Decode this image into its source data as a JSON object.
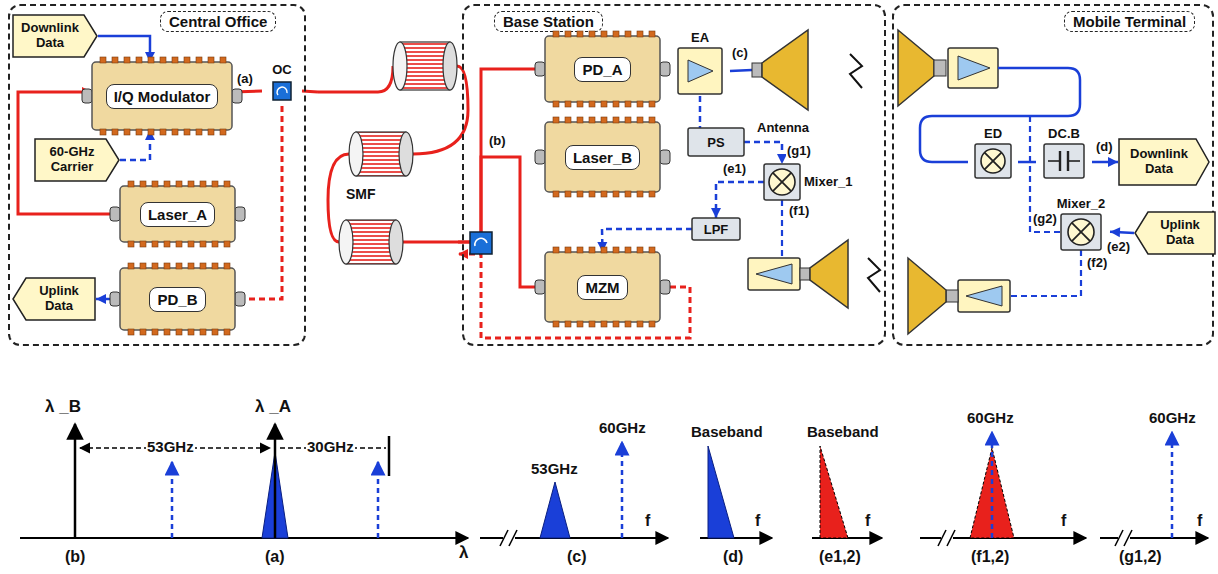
{
  "diagram": {
    "nodes": [
      {
        "text": [
          "Central Office"
        ]
      },
      {
        "text": [
          "Downlink Data"
        ],
        "in": 0
      },
      {
        "text": [
          "I/Q Modulator"
        ],
        "in": 0
      },
      {
        "text": [
          "60-GHz Carrier"
        ],
        "in": 0
      },
      {
        "text": [
          "Laser_A"
        ],
        "in": 0
      },
      {
        "text": [
          "PD_B"
        ],
        "in": 0
      },
      {
        "text": [
          "Uplink Data"
        ],
        "in": 0
      },
      {
        "text": [
          "OC"
        ],
        "in": 0
      },
      {
        "text": [
          "SMF"
        ]
      },
      {
        "text": [
          "Base Station"
        ]
      },
      {
        "text": [
          "PD_A"
        ],
        "in": 9
      },
      {
        "text": [
          "EA"
        ],
        "in": 9
      },
      {
        "text": [
          "Laser_B"
        ],
        "in": 9
      },
      {
        "text": [
          "PS"
        ],
        "in": 9
      },
      {
        "text": [
          "Mixer_1"
        ],
        "in": 9
      },
      {
        "text": [
          "LPF"
        ],
        "in": 9
      },
      {
        "text": [
          "MZM"
        ],
        "in": 9
      },
      {
        "text": [
          "Antenna"
        ],
        "in": 9
      },
      {
        "text": [
          "Mobile Terminal"
        ]
      },
      {
        "text": [
          "ED"
        ],
        "in": 18
      },
      {
        "text": [
          "DC.B"
        ],
        "in": 18
      },
      {
        "text": [
          "Downlink Data"
        ],
        "in": 18
      },
      {
        "text": [
          "Mixer_2"
        ],
        "in": 18
      },
      {
        "text": [
          "Uplink Data"
        ],
        "in": 18
      }
    ],
    "edges": [
      {
        "from": 1,
        "to": 2,
        "arrow": "to"
      },
      {
        "from": 3,
        "to": 2,
        "arrow": "to"
      },
      {
        "from": 4,
        "to": 2,
        "arrow": "to"
      },
      {
        "from": 2,
        "to": 7,
        "arrow": "none"
      },
      {
        "from": 7,
        "to": 8,
        "arrow": "none"
      },
      {
        "from": 7,
        "to": 5,
        "arrow": "to"
      },
      {
        "from": 5,
        "to": 6,
        "arrow": "to"
      },
      {
        "from": 8,
        "to": 10,
        "arrow": "to"
      },
      {
        "from": 8,
        "to": 16,
        "arrow": "to"
      },
      {
        "from": 16,
        "to": 8,
        "arrow": "to"
      },
      {
        "from": 10,
        "to": 11,
        "arrow": "none"
      },
      {
        "from": 11,
        "to": 17,
        "arrow": "none"
      },
      {
        "from": 11,
        "to": 13,
        "arrow": "none"
      },
      {
        "from": 13,
        "to": 14,
        "arrow": "to"
      },
      {
        "from": 14,
        "to": 15,
        "arrow": "to"
      },
      {
        "from": 15,
        "to": 16,
        "arrow": "to"
      },
      {
        "from": 19,
        "to": 20,
        "arrow": "none"
      },
      {
        "from": 20,
        "to": 21,
        "arrow": "to"
      },
      {
        "from": 23,
        "to": 22,
        "arrow": "to"
      }
    ],
    "labels": [
      "(a)",
      "(b)",
      "(c)",
      "(g1)",
      "(e1)",
      "(f1)",
      "(d)",
      "(g2)",
      "(e2)",
      "(f2)",
      "λ _B",
      "53GHz",
      "λ _A",
      "30GHz",
      "(b)",
      "(a)",
      "λ",
      "53GHz",
      "60GHz",
      "f",
      "(c)",
      "Baseband",
      "f",
      "(d)",
      "Baseband",
      "f",
      "(e1,2)",
      "60GHz",
      "f",
      "(f1,2)",
      "60GHz",
      "f",
      "(g1,2)"
    ]
  }
}
